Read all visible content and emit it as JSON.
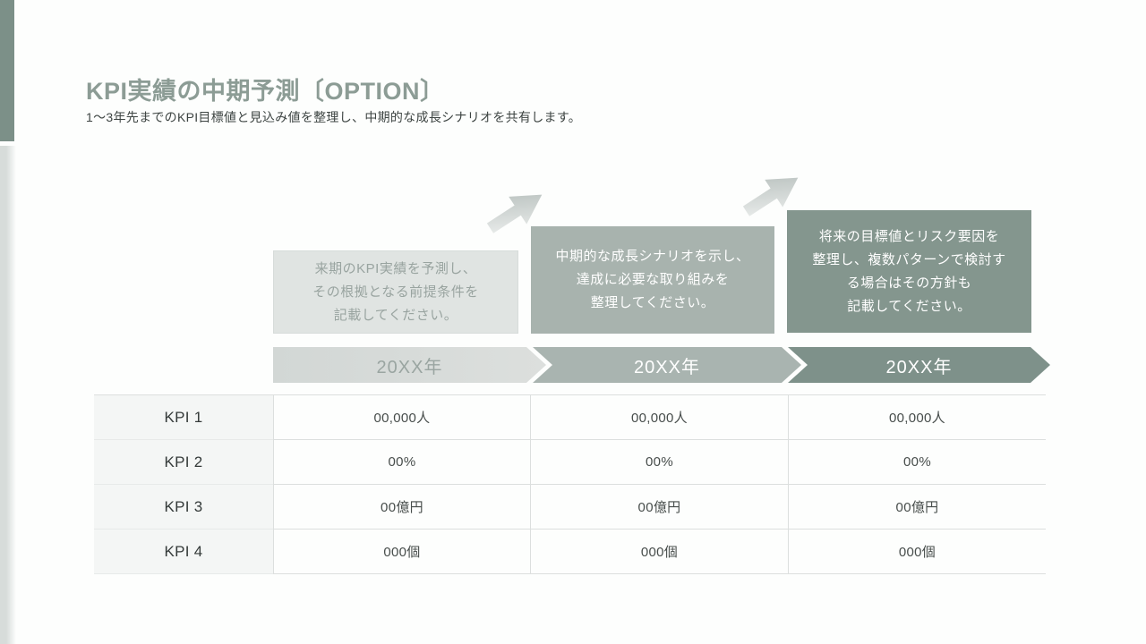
{
  "slide": {
    "title": "KPI実績の中期予測〔OPTION〕",
    "subtitle": "1〜3年先までのKPI目標値と見込み値を整理し、中期的な成長シナリオを共有します。"
  },
  "annotations": [
    {
      "text": "来期のKPI実績を予測し、\nその根拠となる前提条件を\n記載してください。"
    },
    {
      "text": "中期的な成長シナリオを示し、\n達成に必要な取り組みを\n整理してください。"
    },
    {
      "text": "将来の目標値とリスク要因を\n整理し、複数パターンで検討す\nる場合はその方針も\n記載してください。"
    }
  ],
  "timeline": [
    {
      "year": "20XX年"
    },
    {
      "year": "20XX年"
    },
    {
      "year": "20XX年"
    }
  ],
  "icons": {
    "growth_arrow": "3d-arrow-up-right"
  },
  "kpi_table": {
    "rows": [
      {
        "label": "KPI 1",
        "values": [
          "00,000人",
          "00,000人",
          "00,000人"
        ]
      },
      {
        "label": "KPI 2",
        "values": [
          "00%",
          "00%",
          "00%"
        ]
      },
      {
        "label": "KPI 3",
        "values": [
          "00億円",
          "00億円",
          "00億円"
        ]
      },
      {
        "label": "KPI 4",
        "values": [
          "000個",
          "000個",
          "000個"
        ]
      }
    ]
  },
  "colors": {
    "accent_dark": "#7c9088",
    "accent_medium": "#a9b4b0",
    "accent_light": "#e0e4e2",
    "banner_light": "#d6dad8",
    "banner_medium": "#a9b4b0",
    "banner_dark": "#7e918a",
    "title_text": "#8c9c95",
    "body_text": "#3d4442",
    "table_border": "#dcdfde",
    "table_label_bg": "#f4f6f5"
  }
}
